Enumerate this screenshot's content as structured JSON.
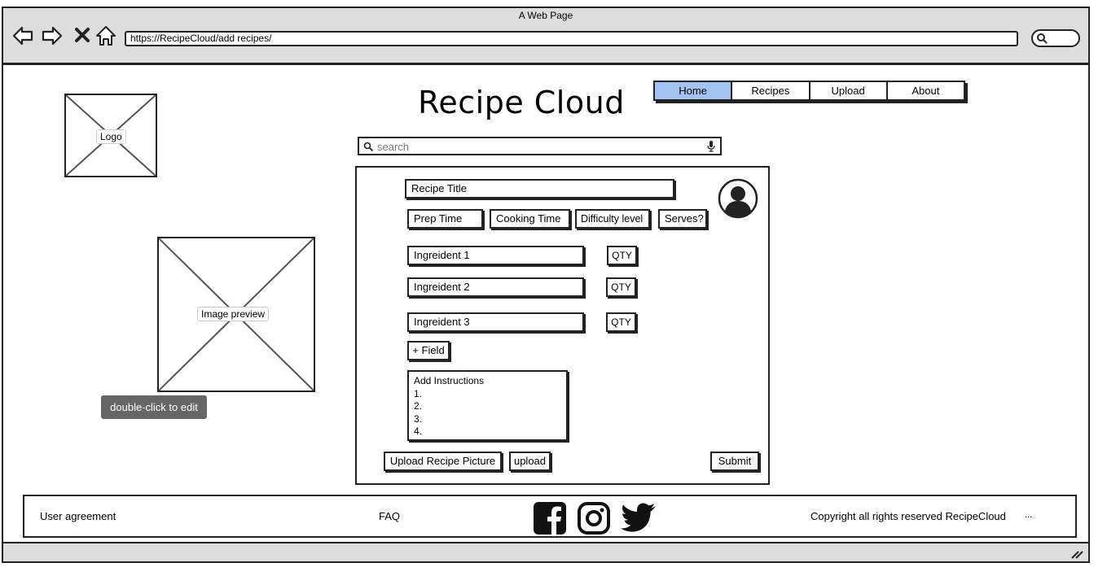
{
  "window": {
    "title": "A Web Page",
    "url": "https://RecipeCloud/add recipes/"
  },
  "header": {
    "logo_label": "Logo",
    "site_title": "Recipe Cloud",
    "nav": [
      {
        "label": "Home",
        "active": true
      },
      {
        "label": "Recipes",
        "active": false
      },
      {
        "label": "Upload",
        "active": false
      },
      {
        "label": "About",
        "active": false
      }
    ],
    "search_placeholder": "search"
  },
  "preview": {
    "label": "Image preview",
    "tooltip": "double-click to edit"
  },
  "form": {
    "recipe_title": "Recipe Title",
    "meta": [
      "Prep Time",
      "Cooking Time",
      "Difficulty level",
      "Serves?"
    ],
    "ingredients": [
      {
        "name": "Ingreident 1",
        "qty": "QTY"
      },
      {
        "name": "Ingreident 2",
        "qty": "QTY"
      },
      {
        "name": "Ingreident 3",
        "qty": "QTY"
      }
    ],
    "add_field": "+ Field",
    "instructions": {
      "heading": "Add Instructions",
      "lines": [
        "1.",
        "2.",
        "3.",
        "4."
      ]
    },
    "upload_picture": "Upload Recipe Picture",
    "upload": "upload",
    "submit": "Submit"
  },
  "footer": {
    "user_agreement": "User agreement",
    "faq": "FAQ",
    "copyright": "Copyright all rights reserved RecipeCloud",
    "more": "..."
  },
  "colors": {
    "active_tab": "#a3c4f3",
    "chrome": "#dddddd",
    "tooltip": "#666666"
  }
}
